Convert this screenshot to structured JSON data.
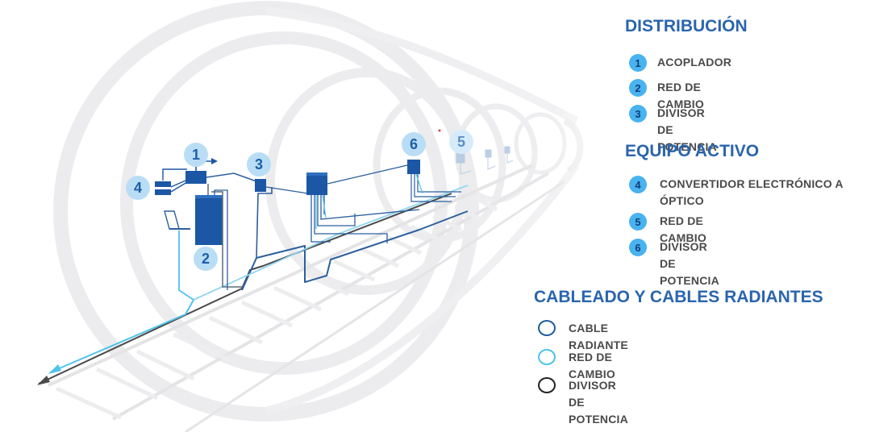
{
  "legend": {
    "distribucion": {
      "title": "DISTRIBUCIÓN",
      "items": [
        {
          "num": "1",
          "label": "ACOPLADOR"
        },
        {
          "num": "2",
          "label": "RED DE CAMBIO"
        },
        {
          "num": "3",
          "label": "DIVISOR DE POTENCIA"
        }
      ]
    },
    "equipo_activo": {
      "title": "EQUIPO ACTIVO",
      "items": [
        {
          "num": "4",
          "label": "CONVERTIDOR ELECTRÓNICO A ÓPTICO"
        },
        {
          "num": "5",
          "label": "RED DE CAMBIO"
        },
        {
          "num": "6",
          "label": "DIVISOR DE POTENCIA"
        }
      ]
    },
    "cableado": {
      "title": "CABLEADO Y CABLES RADIANTES",
      "items": [
        {
          "label": "CABLE RADIANTE",
          "color": "#1f5c9e"
        },
        {
          "label": "RED DE CAMBIO",
          "color": "#4ec3ec"
        },
        {
          "label": "DIVISOR DE POTENCIA",
          "color": "#222222"
        }
      ]
    }
  },
  "diagram": {
    "markers": [
      "1",
      "2",
      "3",
      "4",
      "5",
      "6"
    ]
  },
  "colors": {
    "title_blue": "#2a65ad",
    "badge_blue": "#49b3ef",
    "device_blue": "#1b57a5",
    "cable_dark_blue": "#1f5c9e",
    "cable_light_blue": "#4ec3ec",
    "cable_black": "#222222",
    "tunnel_gray": "#e9e9eb"
  }
}
